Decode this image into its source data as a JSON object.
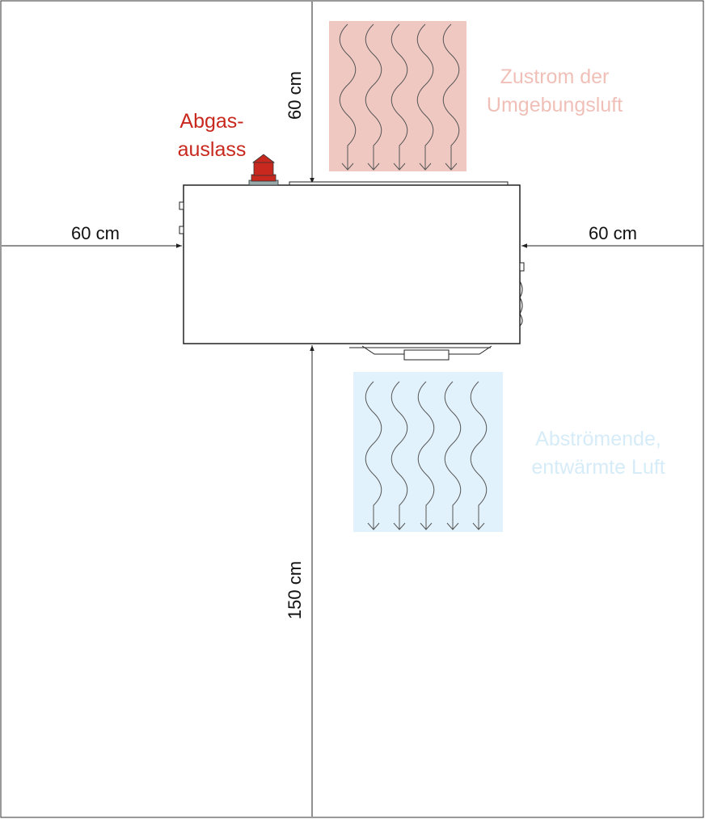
{
  "dimensions": {
    "top": "60 cm",
    "left": "60 cm",
    "right": "60 cm",
    "bottom": "150 cm"
  },
  "labels": {
    "exhaust_line1": "Abgas-",
    "exhaust_line2": "auslass",
    "inflow_line1": "Zustrom der",
    "inflow_line2": "Umgebungsluft",
    "outflow_line1": "Abströmende,",
    "outflow_line2": "entwärmte Luft"
  },
  "colors": {
    "exhaust": "#c8281e",
    "inflow_zone": "#f0c8c2",
    "inflow_text": "#f0c0b8",
    "outflow_zone": "#e2f2fc",
    "outflow_text": "#d6ecf8"
  }
}
